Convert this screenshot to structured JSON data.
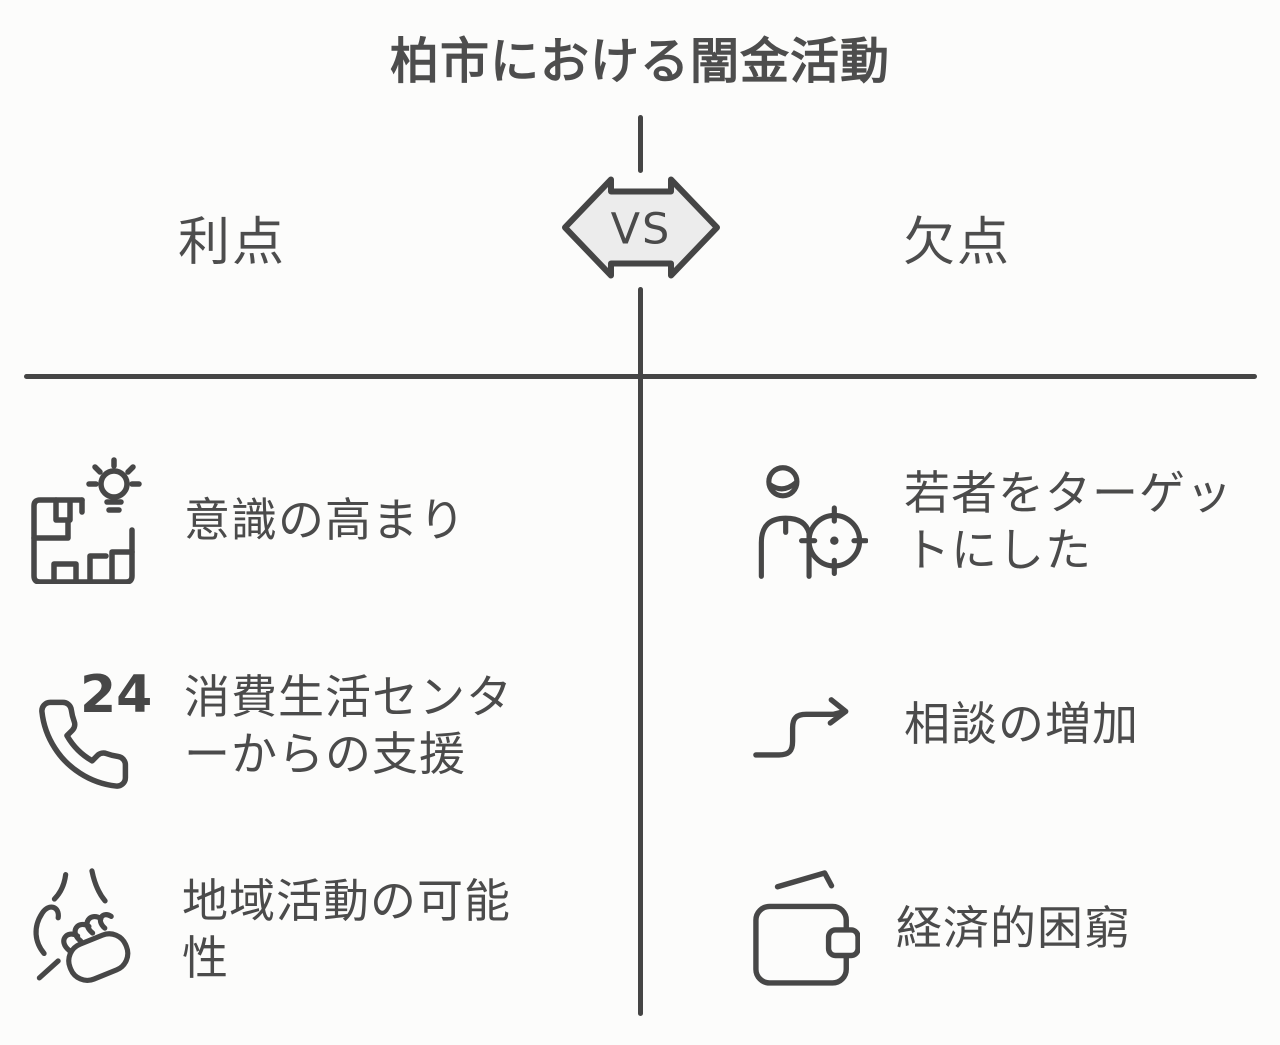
{
  "title": "柏市における闇金活動",
  "badge": {
    "label": "VS"
  },
  "left_column": {
    "header": "利点",
    "items": [
      {
        "icon": "floor-plan-lightbulb-icon",
        "label": "意識の高まり"
      },
      {
        "icon": "phone-24-support-icon",
        "label": "消費生活センタ\nーからの支援"
      },
      {
        "icon": "hands-teamwork-icon",
        "label": "地域活動の可能\n性"
      }
    ]
  },
  "right_column": {
    "header": "欠点",
    "items": [
      {
        "icon": "person-target-icon",
        "label": "若者をターゲッ\nトにした"
      },
      {
        "icon": "rising-step-arrow-icon",
        "label": "相談の増加"
      },
      {
        "icon": "wallet-icon",
        "label": "経済的困窮"
      }
    ]
  },
  "phone_icon_number": "24",
  "colors": {
    "line": "#454545",
    "icon_stroke": "#474747",
    "text": "#4b4b4b",
    "badge_fill": "#ececec",
    "background": "#fcfcfb"
  }
}
